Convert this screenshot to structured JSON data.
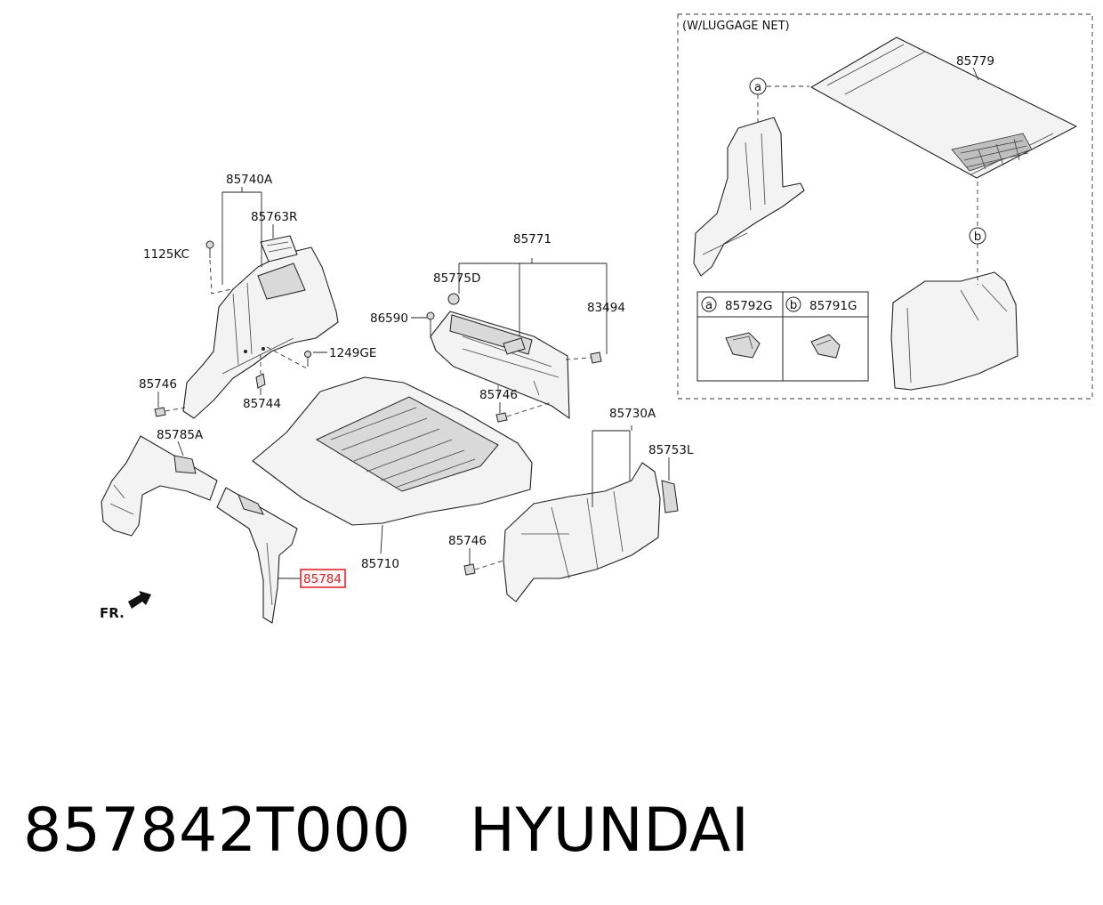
{
  "callouts": {
    "c85740A": "85740A",
    "c85763R": "85763R",
    "c1125KC": "1125KC",
    "c1249GE": "1249GE",
    "c85746_left": "85746",
    "c85744": "85744",
    "c85785A": "85785A",
    "c85784": "85784",
    "c85710": "85710",
    "c85771": "85771",
    "c85775D": "85775D",
    "c86590": "86590",
    "c83494": "83494",
    "c85746_center": "85746",
    "c85730A": "85730A",
    "c85753L": "85753L",
    "c85746_right": "85746"
  },
  "highlight": {
    "part": "85784",
    "color": "#e0282e"
  },
  "orientation": {
    "label": "FR."
  },
  "inset": {
    "title": "(W/LUGGAGE NET)",
    "net_part": "85779",
    "marker_a": "a",
    "marker_b": "b",
    "legend": [
      {
        "marker": "a",
        "part": "85792G"
      },
      {
        "marker": "b",
        "part": "85791G"
      }
    ]
  },
  "footer": {
    "part_number": "857842T000",
    "brand": "HYUNDAI"
  }
}
